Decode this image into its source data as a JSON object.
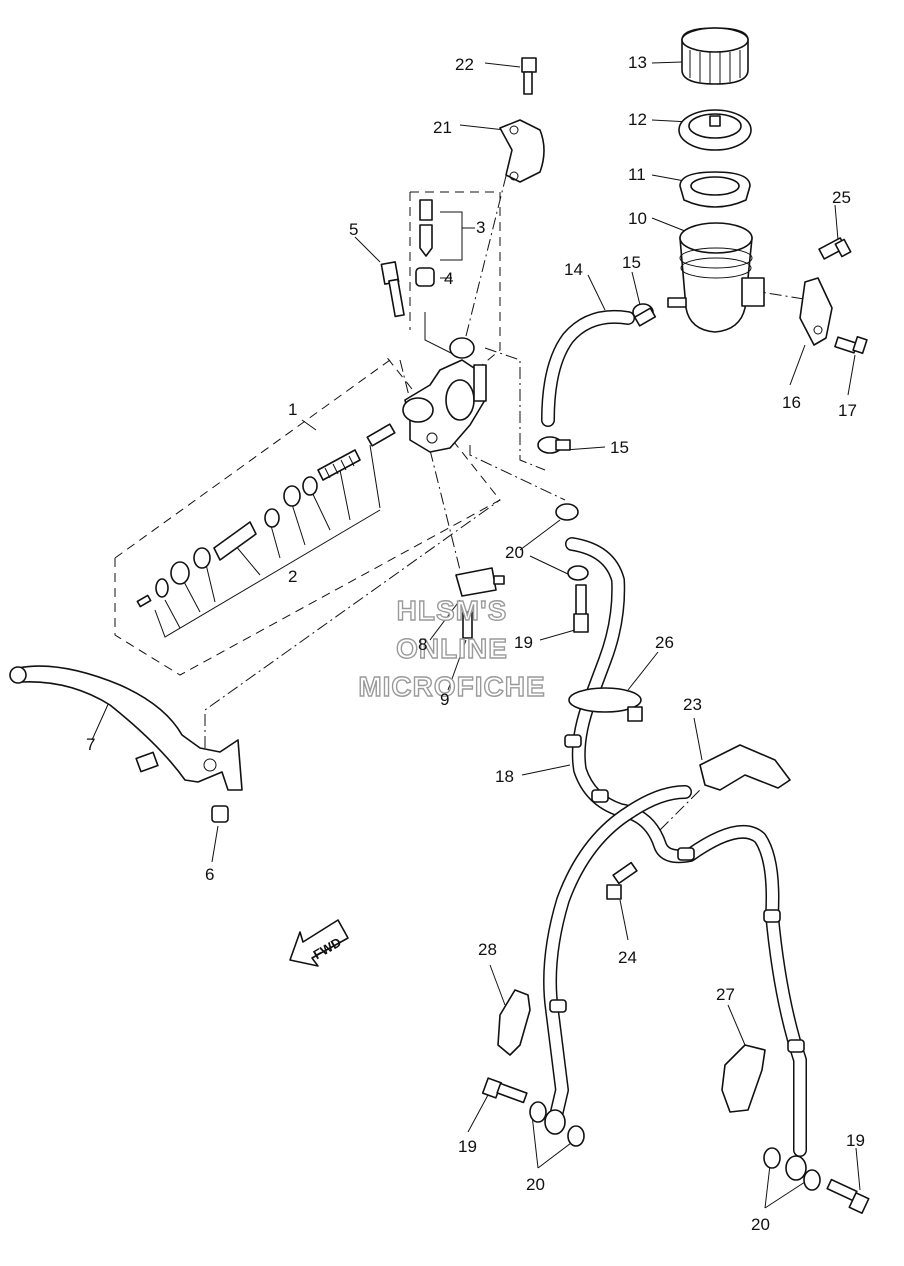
{
  "callouts": [
    {
      "id": "c1",
      "text": "1"
    },
    {
      "id": "c2",
      "text": "2"
    },
    {
      "id": "c3",
      "text": "3"
    },
    {
      "id": "c4",
      "text": "4"
    },
    {
      "id": "c5",
      "text": "5"
    },
    {
      "id": "c6",
      "text": "6"
    },
    {
      "id": "c7",
      "text": "7"
    },
    {
      "id": "c8",
      "text": "8"
    },
    {
      "id": "c9",
      "text": "9"
    },
    {
      "id": "c10",
      "text": "10"
    },
    {
      "id": "c11",
      "text": "11"
    },
    {
      "id": "c12",
      "text": "12"
    },
    {
      "id": "c13",
      "text": "13"
    },
    {
      "id": "c14",
      "text": "14"
    },
    {
      "id": "c15a",
      "text": "15"
    },
    {
      "id": "c15b",
      "text": "15"
    },
    {
      "id": "c16",
      "text": "16"
    },
    {
      "id": "c17",
      "text": "17"
    },
    {
      "id": "c18",
      "text": "18"
    },
    {
      "id": "c19a",
      "text": "19"
    },
    {
      "id": "c19b",
      "text": "19"
    },
    {
      "id": "c19c",
      "text": "19"
    },
    {
      "id": "c20a",
      "text": "20"
    },
    {
      "id": "c20b",
      "text": "20"
    },
    {
      "id": "c20c",
      "text": "20"
    },
    {
      "id": "c21",
      "text": "21"
    },
    {
      "id": "c22",
      "text": "22"
    },
    {
      "id": "c23",
      "text": "23"
    },
    {
      "id": "c24",
      "text": "24"
    },
    {
      "id": "c25",
      "text": "25"
    },
    {
      "id": "c26",
      "text": "26"
    },
    {
      "id": "c27",
      "text": "27"
    },
    {
      "id": "c28",
      "text": "28"
    }
  ],
  "watermark": {
    "line1": "HLSM'S",
    "line2": "ONLINE",
    "line3": "MICROFICHE"
  },
  "fwd_arrow": {
    "text": "FWD"
  }
}
